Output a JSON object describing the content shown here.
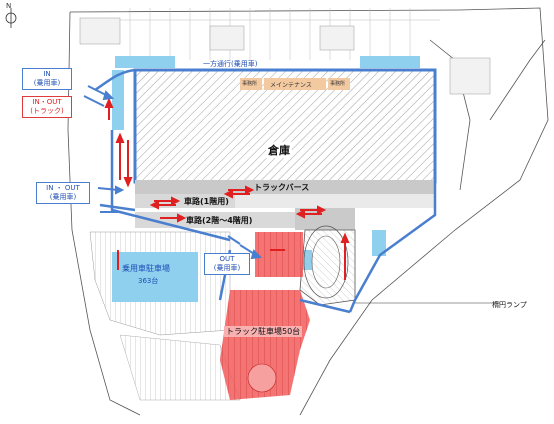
{
  "compass": "N",
  "legend": {
    "in_car_title": "IN",
    "in_car_sub": "(乗用車)",
    "inout_truck_title": "IN・OUT",
    "inout_truck_sub": "(トラック)",
    "inout_car_title": "IN ・ OUT",
    "inout_car_sub": "(乗用車)",
    "out_car_title": "OUT",
    "out_car_sub": "(乗用車)"
  },
  "labels": {
    "one_way": "一方通行(乗用車)",
    "office_left": "事務所",
    "maintenance": "メインテナンス",
    "office_right": "事務所",
    "warehouse": "倉庫",
    "truck_berth": "トラックバース",
    "lane_1f": "車路(1階用)",
    "lane_2_4f": "車路(2階～4階用)",
    "car_parking": "乗用車駐車場",
    "car_parking_count": "363台",
    "truck_parking": "トラック駐車場50台",
    "oval_ramp": "楕円ランプ"
  },
  "colors": {
    "route_blue": "#4a7fd0",
    "arrow_red": "#e02020",
    "parking_blue": "#8fd0ef",
    "truck_red": "#f25a5a",
    "banner_gray": "#c9c9c9",
    "office_orange": "#f3c9a0"
  }
}
